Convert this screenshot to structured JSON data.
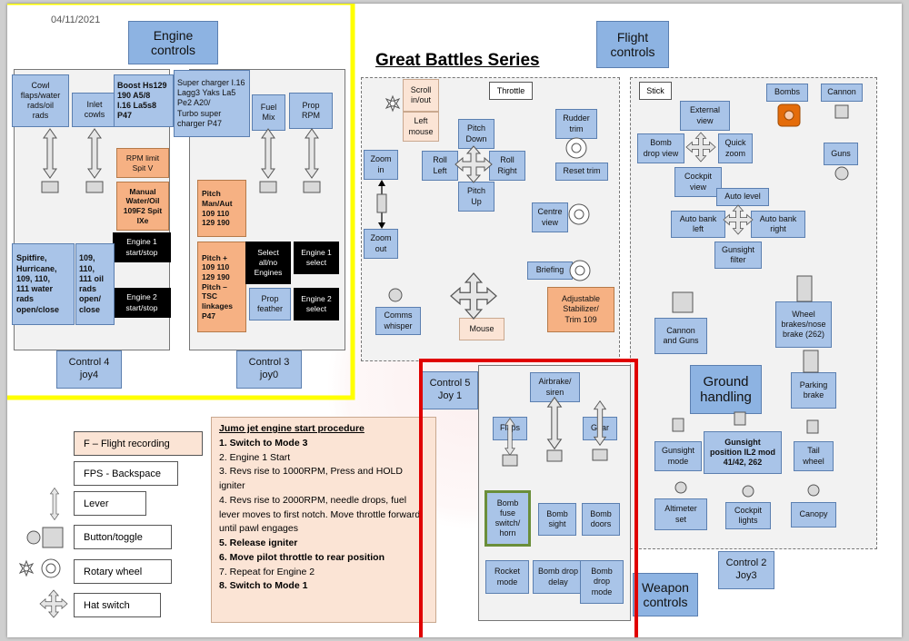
{
  "date": "04/11/2021",
  "title": "Great Battles Series",
  "headers": {
    "engine_controls": "Engine\ncontrols",
    "flight_controls": "Flight\ncontrols",
    "weapon_controls": "Weapon\ncontrols",
    "ground_handling": "Ground\nhandling"
  },
  "controllers": {
    "c4": "Control 4\njoy4",
    "c3": "Control 3\njoy0",
    "c5": "Control 5\nJoy 1",
    "c2": "Control 2\nJoy3",
    "throttle": "Throttle",
    "stick": "Stick"
  },
  "engine": {
    "cowl": "Cowl\nflaps/water\nrads/oil\nrads",
    "inlet": "Inlet\ncowls",
    "boost": "Boost Hs129\n190 A5/8\nI.16 La5s8\nP47",
    "supercharger": "Super charger I.16\nLagg3 Yaks La5\nPe2 A20/\nTurbo   super\ncharger P47",
    "fuelmix": "Fuel\nMix",
    "proprpm": "Prop\nRPM",
    "rpmlimit": "RPM limit\nSpit V",
    "manual": "Manual\nWater/Oil\n109F2 Spit\nIXe",
    "eng1ss": "Engine 1\nstart/stop",
    "eng2ss": "Engine 2\nstart/stop",
    "spitfire": "Spitfire,\nHurricane,\n109, 110,\n111 water\nrads\nopen/close",
    "oilrads": "109,\n110,\n111 oil\nrads\nopen/\nclose",
    "pitchman": "Pitch\nMan/Aut\n109 110\n129 190",
    "pitchplus": "Pitch +\n109 110\n129 190\nPitch –\nTSC\nlinkages\nP47",
    "selectall": "Select\nall/no\nEngines",
    "eng1sel": "Engine 1\nselect",
    "eng2sel": "Engine 2\nselect",
    "propfeather": "Prop\nfeather"
  },
  "throttle": {
    "scrollinout": "Scroll\nin/out",
    "leftmouse": "Left\nmouse",
    "pitchdown": "Pitch\nDown",
    "pitchup": "Pitch\nUp",
    "rollleft": "Roll\nLeft",
    "rollright": "Roll\nRight",
    "rudder": "Rudder\ntrim",
    "resettrim": "Reset trim",
    "zoomin": "Zoom\nin",
    "zoomout": "Zoom\nout",
    "centreview": "Centre\nview",
    "briefing": "Briefing",
    "stabilizer": "Adjustable\nStabilizer/\nTrim 109",
    "comms": "Comms\nwhisper",
    "mouse": "Mouse"
  },
  "stick": {
    "bombs": "Bombs",
    "cannon": "Cannon",
    "guns": "Guns",
    "extview": "External\nview",
    "bombdrop": "Bomb\ndrop view",
    "quickzoom": "Quick\nzoom",
    "cockpitview": "Cockpit\nview",
    "autolevel": "Auto level",
    "autobankleft": "Auto bank\nleft",
    "autobankright": "Auto bank\nright",
    "gunsightfilter": "Gunsight\nfilter",
    "cannonguns": "Cannon\nand Guns",
    "wheelbrakes": "Wheel\nbrakes/nose\nbrake (262)",
    "parking": "Parking\nbrake",
    "gunsightmode": "Gunsight\nmode",
    "gunsightpos": "Gunsight\nposition IL2 mod\n41/42, 262",
    "tailwheel": "Tail\nwheel",
    "altimeter": "Altimeter\nset",
    "cockpitlights": "Cockpit\nlights",
    "canopy": "Canopy"
  },
  "weapons": {
    "airbrake": "Airbrake/\nsiren",
    "flaps": "Flaps",
    "gear": "Gear",
    "bombfuse": "Bomb\nfuse\nswitch/\nhorn",
    "bombsight": "Bomb\nsight",
    "bombdoors": "Bomb\ndoors",
    "rocket": "Rocket\nmode",
    "bombdelay": "Bomb drop\ndelay",
    "bombdropmode": "Bomb\ndrop\nmode"
  },
  "legend": {
    "recording": "F – Flight recording",
    "fps": "FPS - Backspace",
    "lever": "Lever",
    "button": "Button/toggle",
    "rotary": "Rotary wheel",
    "hat": "Hat switch"
  },
  "jumo": {
    "title": "Jumo jet engine start procedure",
    "steps": [
      "1.  Switch to Mode 3",
      "2. Engine 1 Start",
      "3. Revs rise to 1000RPM, Press and HOLD igniter",
      "4. Revs rise to 2000RPM, needle drops, fuel lever moves to first notch. Move throttle forward until pawl engages",
      "5. Release igniter",
      "6. Move pilot throttle to rear position",
      "7. Repeat  for Engine 2",
      "8. Switch to Mode 1"
    ]
  },
  "colors": {
    "blue_box": "#a9c4e8",
    "header_blue": "#8db3e2",
    "orange": "#f6b183",
    "yellow_frame": "#ffff00",
    "red_frame": "#e00000",
    "green_frame": "#6a8e3a",
    "bombs_button": "#e46c0a"
  }
}
